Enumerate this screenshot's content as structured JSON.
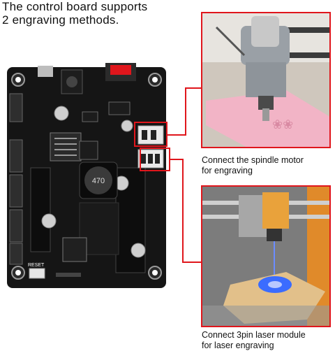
{
  "headline": "The control board supports\n2 engraving methods.",
  "board": {
    "inductor_marking": "470",
    "reset_label": "RESET"
  },
  "captions": {
    "spindle": "Connect the spindle motor\nfor engraving",
    "laser": "Connect 3pin laser module\nfor laser engraving"
  },
  "colors": {
    "callout_red": "#e0161c",
    "board_black": "#151515",
    "foam_pink": "#f2b4c6",
    "wood": "#e2c08a",
    "laser_blue": "#3b6cff"
  }
}
